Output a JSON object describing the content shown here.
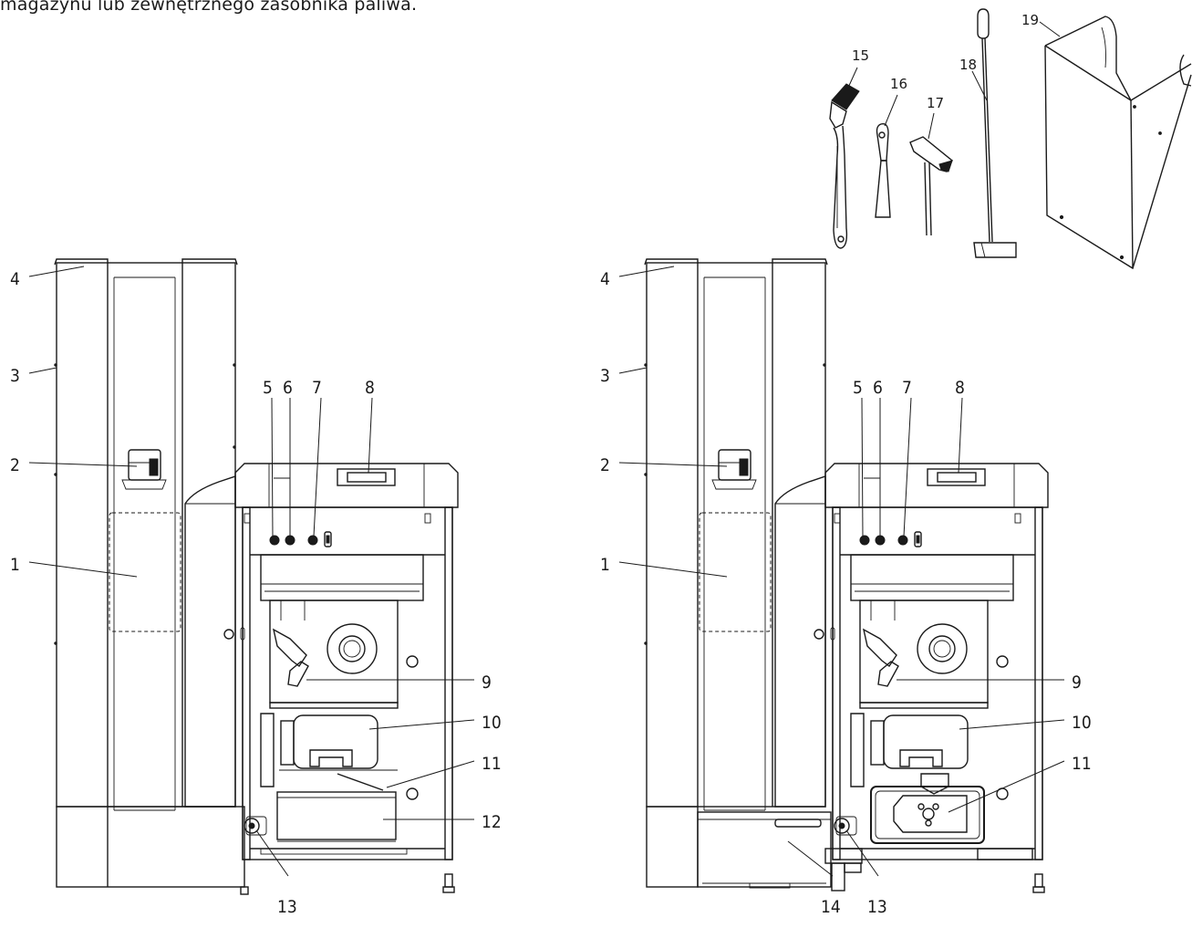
{
  "caption": "magazynu lub zewnętrznego zasobnika paliwa.",
  "labels": {
    "n1": "1",
    "n2": "2",
    "n3": "3",
    "n4": "4",
    "n5": "5",
    "n6": "6",
    "n7": "7",
    "n8": "8",
    "n9": "9",
    "n10": "10",
    "n11": "11",
    "n12": "12",
    "n13": "13",
    "n14": "14",
    "n15": "15",
    "n16": "16",
    "n17": "17",
    "n18": "18",
    "n19": "19"
  }
}
